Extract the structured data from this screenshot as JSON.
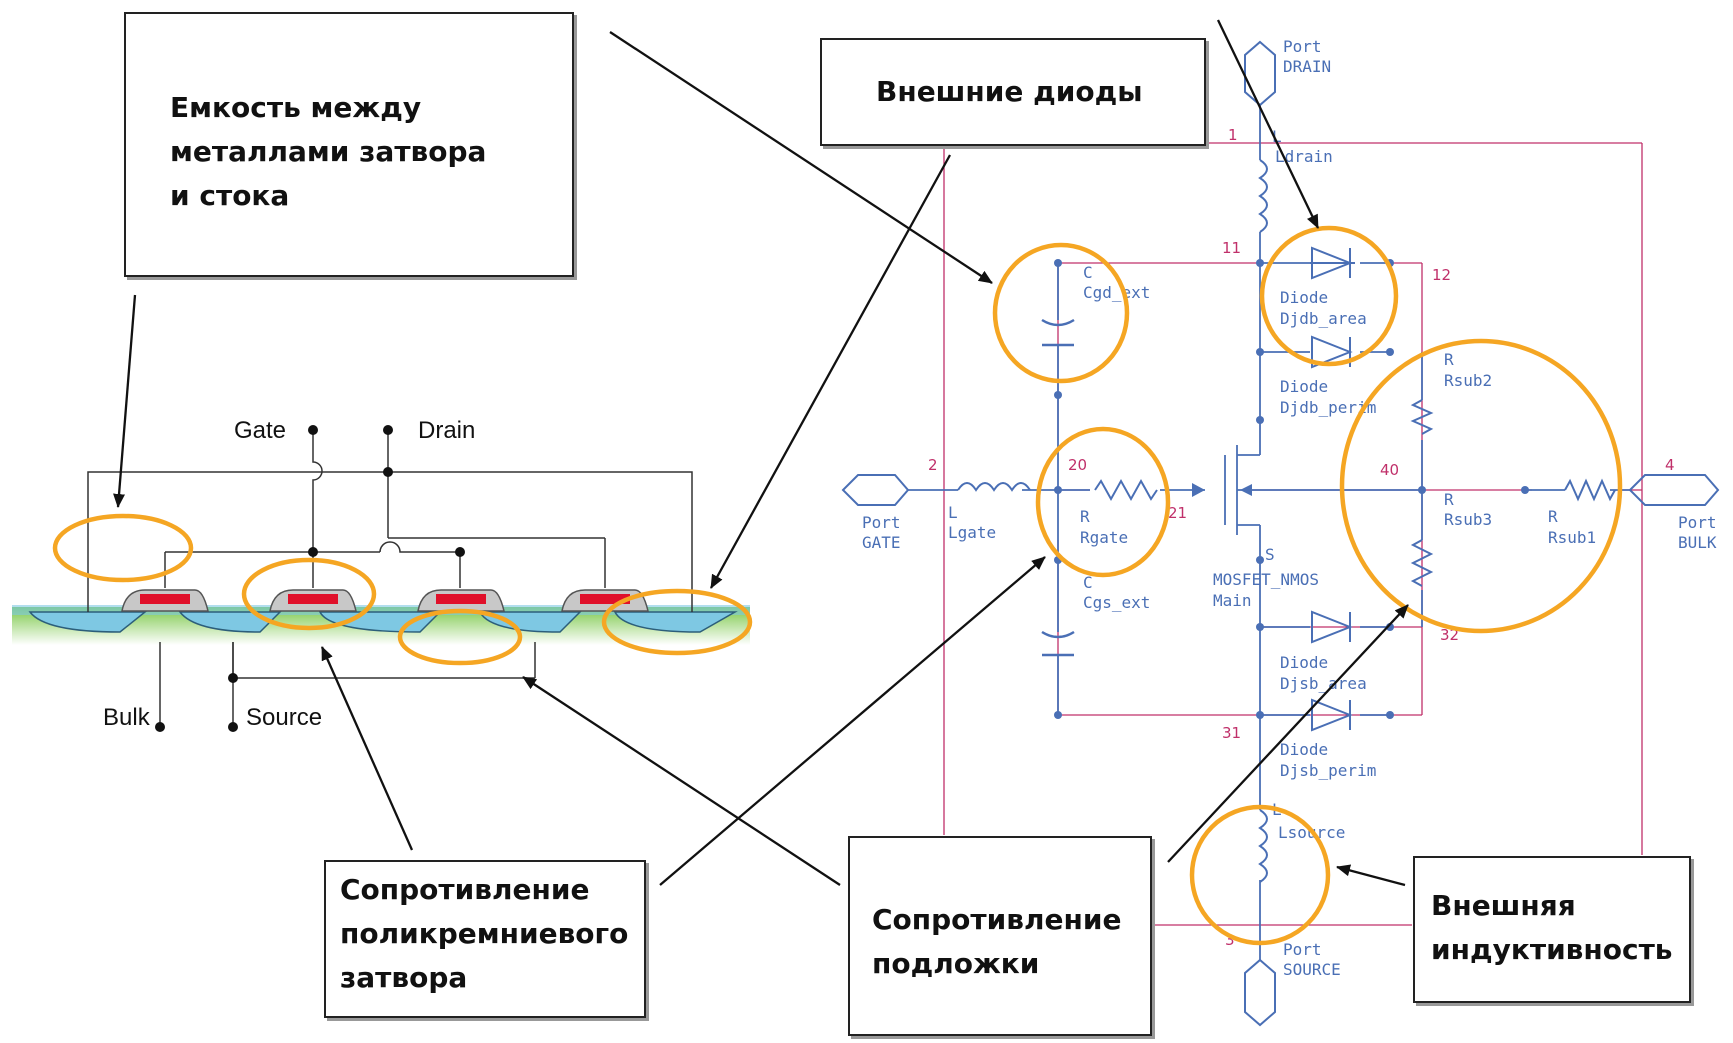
{
  "callouts": {
    "gate_drain_cap": [
      "Емкость между",
      "металлами затвора",
      "и стока"
    ],
    "ext_diodes": [
      "Внешние диоды"
    ],
    "poly_gate_res": [
      "Сопротивление",
      "поликремниевого",
      "затвора"
    ],
    "substrate_res": [
      "Сопротивление",
      "подложки"
    ],
    "ext_inductance": [
      "Внешняя",
      "индуктивность"
    ]
  },
  "cross_section": {
    "gate": "Gate",
    "drain": "Drain",
    "bulk": "Bulk",
    "source": "Source"
  },
  "schematic": {
    "ports": {
      "drain": [
        "Port",
        "DRAIN"
      ],
      "gate": [
        "Port",
        "GATE"
      ],
      "bulk": [
        "Port",
        "BULK"
      ],
      "source": [
        "Port",
        "SOURCE"
      ]
    },
    "components": {
      "ldrain": [
        "L",
        "Ldrain"
      ],
      "lgate": [
        "L",
        "Lgate"
      ],
      "lsource": [
        "L",
        "Lsource"
      ],
      "cgd": [
        "C",
        "Cgd_ext"
      ],
      "cgs": [
        "C",
        "Cgs_ext"
      ],
      "rgate": [
        "R",
        "Rgate"
      ],
      "rsub1": [
        "R",
        "Rsub1"
      ],
      "rsub2": [
        "R",
        "Rsub2"
      ],
      "rsub3": [
        "R",
        "Rsub3"
      ],
      "d_db_area": [
        "Diode",
        "Djdb_area"
      ],
      "d_db_perim": [
        "Diode",
        "Djdb_perim"
      ],
      "d_sb_area": [
        "Diode",
        "Djsb_area"
      ],
      "d_sb_perim": [
        "Diode",
        "Djsb_perim"
      ],
      "mosfet": [
        "S",
        "MOSFET_NMOS",
        "Main"
      ]
    },
    "nodes": [
      "1",
      "11",
      "12",
      "2",
      "20",
      "21",
      "40",
      "4",
      "32",
      "31",
      "3"
    ]
  },
  "colors": {
    "schematic_wire": "#4a6fb5",
    "frame_wire": "#c0306a",
    "highlight_ring": "#f5a623",
    "gate_metal": "#e0102a",
    "well": "#7ec8e3",
    "substrate": "#6cbf3a"
  }
}
